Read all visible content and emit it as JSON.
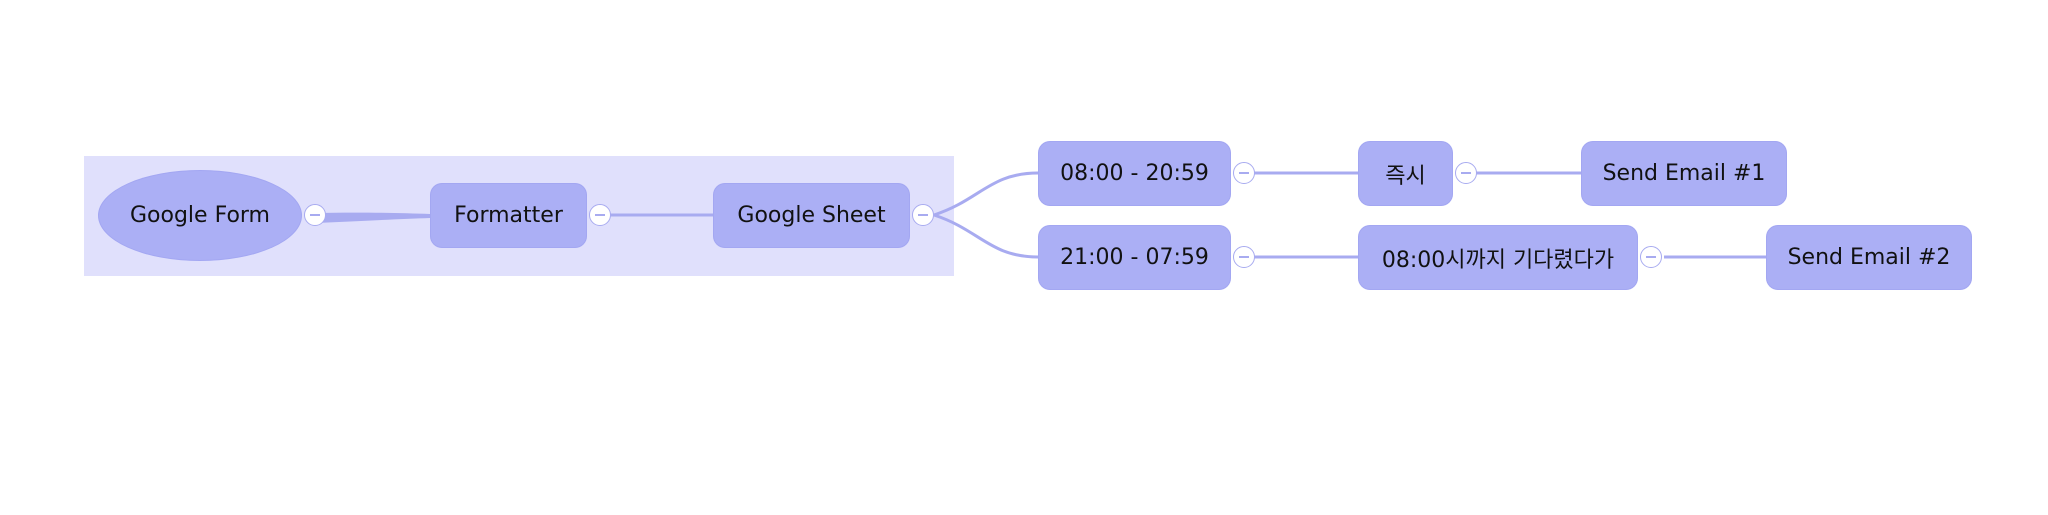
{
  "diagram": {
    "colors": {
      "node_fill": "#abaff5",
      "group_fill": "#e0e0fc",
      "link": "#a8abf0",
      "text": "#111111"
    },
    "nodes": [
      {
        "id": "google-form",
        "label": "Google Form",
        "shape": "ellipse"
      },
      {
        "id": "formatter",
        "label": "Formatter",
        "shape": "rect"
      },
      {
        "id": "google-sheet",
        "label": "Google Sheet",
        "shape": "rect"
      },
      {
        "id": "time-day",
        "label": "08:00 - 20:59",
        "shape": "rect"
      },
      {
        "id": "time-night",
        "label": "21:00 - 07:59",
        "shape": "rect"
      },
      {
        "id": "immediately",
        "label": "즉시",
        "shape": "rect"
      },
      {
        "id": "wait-until-8",
        "label": "08:00시까지 기다렸다가",
        "shape": "rect"
      },
      {
        "id": "send-email-1",
        "label": "Send Email #1",
        "shape": "rect"
      },
      {
        "id": "send-email-2",
        "label": "Send Email #2",
        "shape": "rect"
      }
    ],
    "edges": [
      {
        "from": "google-form",
        "to": "formatter"
      },
      {
        "from": "formatter",
        "to": "google-sheet"
      },
      {
        "from": "google-sheet",
        "to": "time-day"
      },
      {
        "from": "google-sheet",
        "to": "time-night"
      },
      {
        "from": "time-day",
        "to": "immediately"
      },
      {
        "from": "time-night",
        "to": "wait-until-8"
      },
      {
        "from": "immediately",
        "to": "send-email-1"
      },
      {
        "from": "wait-until-8",
        "to": "send-email-2"
      }
    ],
    "collapsible": [
      "google-form",
      "formatter",
      "google-sheet",
      "time-day",
      "time-night",
      "immediately",
      "wait-until-8"
    ]
  }
}
